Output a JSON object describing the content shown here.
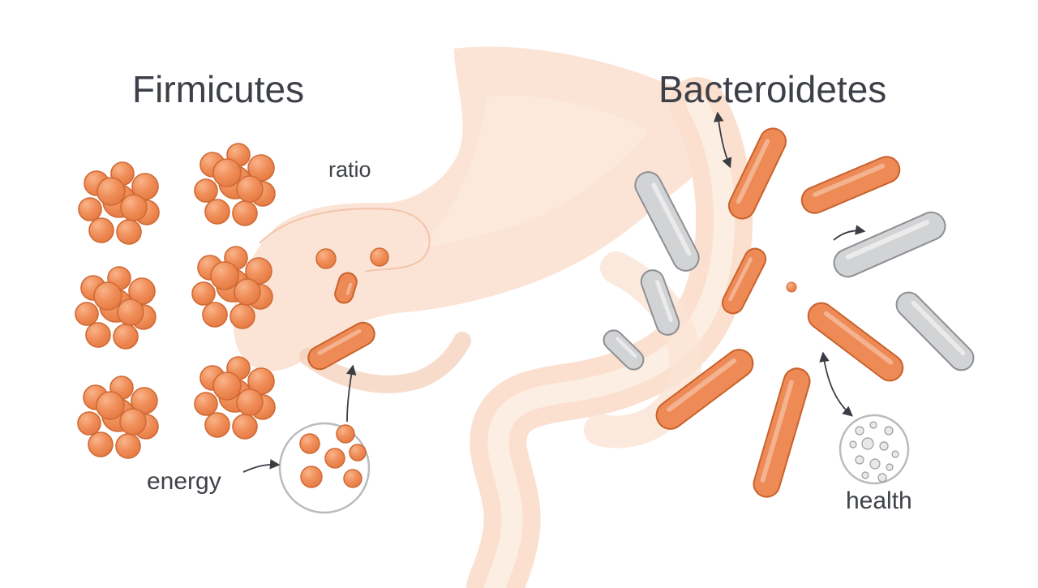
{
  "titles": {
    "left": "Firmicutes",
    "right": "Bacteroidetes"
  },
  "labels": {
    "ratio": "ratio",
    "energy": "energy",
    "health": "health"
  },
  "colors": {
    "cocci_fill": "#f0905c",
    "cocci_stroke": "#d06a35",
    "rod_orange": "#ee8a55",
    "rod_gray": "#d2d3d5",
    "gut_fill": "#fbe3d5",
    "text": "#3d4048"
  }
}
